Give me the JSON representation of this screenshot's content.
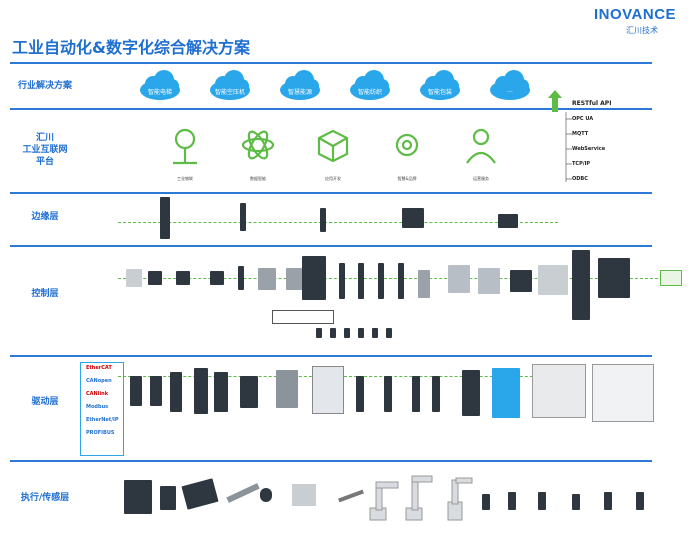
{
  "header": {
    "brand": "INOVANCE",
    "brand_sub": "汇川技术",
    "title": "工业自动化&数字化综合解决方案"
  },
  "layers": {
    "industry": "行业解决方案",
    "platform_line1": "汇川",
    "platform_line2": "工业互联网",
    "platform_line3": "平台",
    "edge": "边缘层",
    "control": "控制层",
    "drive": "驱动层",
    "actuator": "执行/传感层"
  },
  "clouds": [
    "智能电梯",
    "智能空压机",
    "智慧能源",
    "智能纺织",
    "智能包装",
    "..."
  ],
  "platform_items": [
    "工业物联",
    "数据智能",
    "应用开发",
    "智慧&品牌",
    "运营服务"
  ],
  "api": {
    "title": "RESTful API",
    "items": [
      "OPC UA",
      "MQTT",
      "WebService",
      "TCP/IP",
      "ODBC"
    ]
  },
  "protocols": [
    "EtherCAT",
    "CANopen",
    "CANlink",
    "Modbus",
    "EtherNet/IP",
    "PROFIBUS"
  ],
  "colors": {
    "blue": "#1f6fd1",
    "cloud": "#2aa6ea",
    "green": "#5dbb46",
    "platform_green": "#5dbb46"
  }
}
